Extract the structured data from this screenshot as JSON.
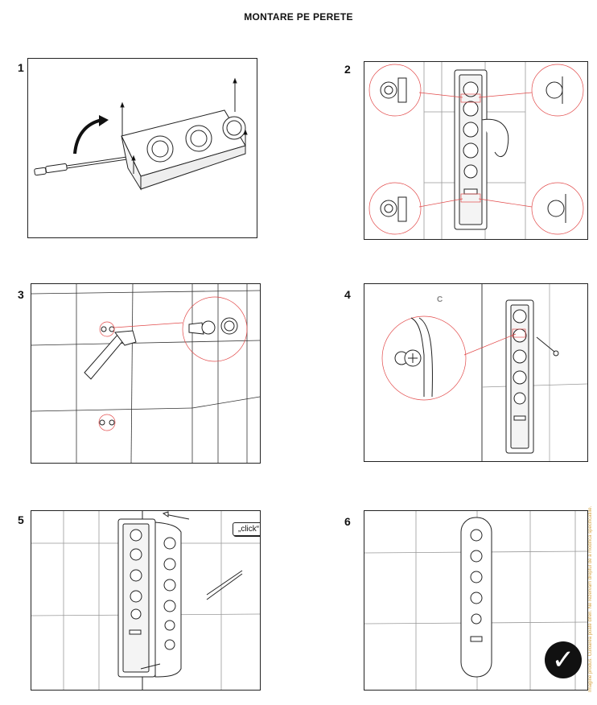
{
  "title": "MONTARE PE PERETE",
  "steps": [
    {
      "number": "1"
    },
    {
      "number": "2"
    },
    {
      "number": "3"
    },
    {
      "number": "4",
      "callout": "C"
    },
    {
      "number": "5",
      "callout": "„click“"
    },
    {
      "number": "6"
    }
  ],
  "side_note": "Imagine produs. Culoarea poate diferi. Ne rezervam dreptul de a modifica specificatiile.",
  "colors": {
    "accent_red": "#e24a4a",
    "ink": "#222222",
    "side_note": "#d6a03a"
  },
  "icons": [
    "checkmark-icon",
    "screwdriver-icon",
    "screw-icon",
    "socket-icon"
  ]
}
